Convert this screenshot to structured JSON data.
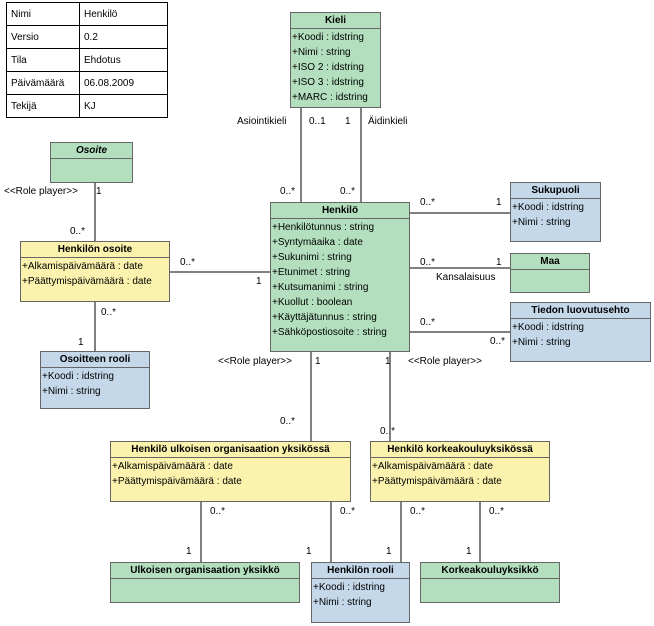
{
  "metadata": [
    {
      "key": "Nimi",
      "value": "Henkilö"
    },
    {
      "key": "Versio",
      "value": "0.2"
    },
    {
      "key": "Tila",
      "value": "Ehdotus"
    },
    {
      "key": "Päivämäärä",
      "value": "06.08.2009"
    },
    {
      "key": "Tekijä",
      "value": "KJ"
    }
  ],
  "classes": {
    "kieli": {
      "name": "Kieli",
      "attrs": [
        "+Koodi : idstring",
        "+Nimi : string",
        "+ISO 2 : idstring",
        "+ISO 3 : idstring",
        "+MARC : idstring"
      ]
    },
    "osoite": {
      "name": "Osoite",
      "attrs": []
    },
    "henkilo": {
      "name": "Henkilö",
      "attrs": [
        "+Henkilötunnus : string",
        "+Syntymäaika : date",
        "+Sukunimi : string",
        "+Etunimet : string",
        "+Kutsumanimi : string",
        "+Kuollut : boolean",
        "+Käyttäjätunnus : string",
        "+Sähköpostiosoite : string"
      ]
    },
    "sukupuoli": {
      "name": "Sukupuoli",
      "attrs": [
        "+Koodi : idstring",
        "+Nimi : string"
      ]
    },
    "maa": {
      "name": "Maa",
      "attrs": []
    },
    "tiedon_luovutusehto": {
      "name": "Tiedon luovutusehto",
      "attrs": [
        "+Koodi : idstring",
        "+Nimi : string"
      ]
    },
    "henkilon_osoite": {
      "name": "Henkilön osoite",
      "attrs": [
        "+Alkamispäivämäärä : date",
        "+Päättymispäivämäärä : date"
      ]
    },
    "osoitteen_rooli": {
      "name": "Osoitteen rooli",
      "attrs": [
        "+Koodi : idstring",
        "+Nimi : string"
      ]
    },
    "ulk_org_yksikossa": {
      "name": "Henkilö ulkoisen organisaation yksikössä",
      "attrs": [
        "+Alkamispäivämäärä : date",
        "+Päättymispäivämäärä : date"
      ]
    },
    "korkeakouluyksikossa": {
      "name": "Henkilö korkeakouluyksikössä",
      "attrs": [
        "+Alkamispäivämäärä : date",
        "+Päättymispäivämäärä : date"
      ]
    },
    "ulk_org_yksikko": {
      "name": "Ulkoisen organisaation yksikkö",
      "attrs": []
    },
    "henkilon_rooli": {
      "name": "Henkilön rooli",
      "attrs": [
        "+Koodi : idstring",
        "+Nimi : string"
      ]
    },
    "korkeakouluyksikko": {
      "name": "Korkeakouluyksikkö",
      "attrs": []
    }
  },
  "labels": {
    "asiointikieli": "Asiointikieli",
    "aidinkieli": "Äidinkieli",
    "kansalaisuus": "Kansalaisuus",
    "role_player": "<<Role player>>",
    "one": "1",
    "zero_one": "0..1",
    "many": "0..*"
  },
  "colors": {
    "green": "#b3dfbe",
    "yellow": "#fbf2ad",
    "blue": "#c4d8ea"
  }
}
